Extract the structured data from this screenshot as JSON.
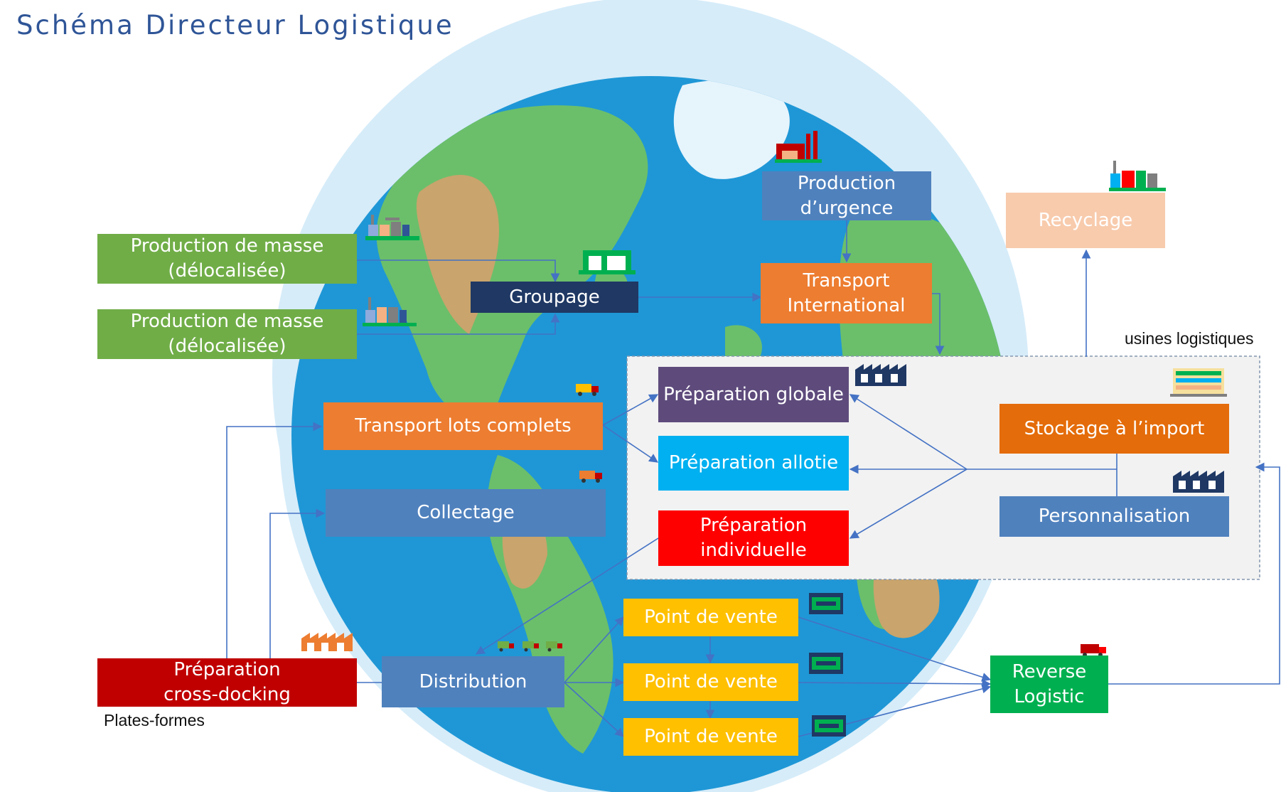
{
  "title": "Schéma Directeur Logistique",
  "labels": {
    "plates_formes": "Plates-formes",
    "usines_logistiques": "usines logistiques"
  },
  "nodes": {
    "prod_masse_1": {
      "line1": "Production de masse",
      "line2": "(délocalisée)",
      "color": "#70AD47"
    },
    "prod_masse_2": {
      "line1": "Production de masse",
      "line2": "(délocalisée)",
      "color": "#70AD47"
    },
    "groupage": {
      "line1": "Groupage",
      "color": "#1F3864"
    },
    "prod_urgence": {
      "line1": "Production",
      "line2": "d’urgence",
      "color": "#4F81BD"
    },
    "transport_international": {
      "line1": "Transport",
      "line2": "International",
      "color": "#ED7D31"
    },
    "recyclage": {
      "line1": "Recyclage",
      "color": "#F8CBAD"
    },
    "transport_lots": {
      "line1": "Transport lots complets",
      "color": "#ED7D31"
    },
    "collectage": {
      "line1": "Collectage",
      "color": "#4F81BD"
    },
    "prep_globale": {
      "line1": "Préparation globale",
      "color": "#5E4B7C"
    },
    "prep_allotie": {
      "line1": "Préparation allotie",
      "color": "#00B0F0"
    },
    "prep_individuelle": {
      "line1": "Préparation",
      "line2": "individuelle",
      "color": "#FF0000"
    },
    "stockage_import": {
      "line1": "Stockage à l’import",
      "color": "#E46C0A"
    },
    "personnalisation": {
      "line1": "Personnalisation",
      "color": "#4F81BD"
    },
    "prep_crossdock": {
      "line1": "Préparation",
      "line2": "cross-docking",
      "color": "#C00000"
    },
    "distribution": {
      "line1": "Distribution",
      "color": "#4F81BD"
    },
    "pdv_1": {
      "line1": "Point de vente",
      "color": "#FFC000"
    },
    "pdv_2": {
      "line1": "Point de vente",
      "color": "#FFC000"
    },
    "pdv_3": {
      "line1": "Point de vente",
      "color": "#FFC000"
    },
    "reverse": {
      "line1": "Reverse",
      "line2": "Logistic",
      "color": "#00B050"
    }
  },
  "icons": {
    "factory_1": "factory-icon",
    "factory_2": "factory-icon",
    "factory_red": "red-factory-icon",
    "factory_recycle": "recycling-factory-icon",
    "warehouse_green": "warehouse-icon",
    "truck_1": "truck-icon",
    "truck_2": "truck-icon",
    "trucks_distribution": "trucks-icon",
    "truck_red": "red-truck-icon",
    "sawtooth_dark_1": "logistics-building-icon",
    "sawtooth_dark_2": "logistics-building-icon",
    "sawtooth_orange": "crossdock-building-icon",
    "store_1": "store-icon",
    "store_2": "store-icon",
    "store_3": "store-icon",
    "storage_rack": "storage-rack-icon"
  },
  "colors": {
    "ocean": "#1F97D6",
    "land": "#6BBF6A",
    "desert": "#C9A46C",
    "ice": "#E6F4FC",
    "globe_ring": "#D6ECF9",
    "arrow": "#4472C4",
    "zone_fill": "#F2F2F2",
    "zone_border": "#8497B0"
  }
}
